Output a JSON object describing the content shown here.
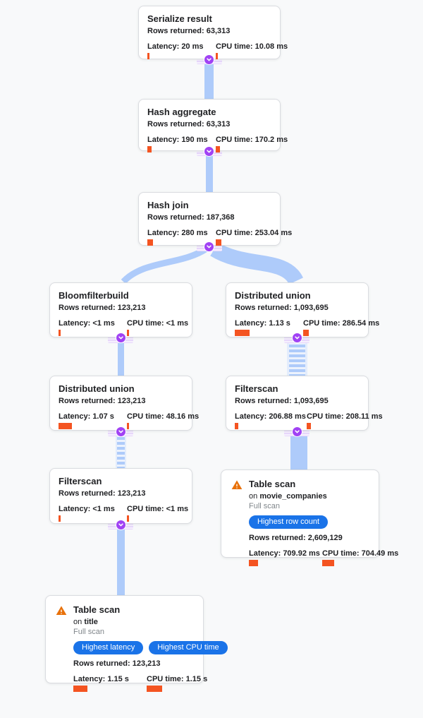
{
  "canvas": {
    "bg_color": "#f8f9fa",
    "edge_color": "#aecbfa",
    "port_color": "#a142f4",
    "bar_color": "#f45421",
    "badge_color": "#1a73e8",
    "warning_color": "#e8710a"
  },
  "labels": {
    "rows_returned": "Rows returned:",
    "latency": "Latency:",
    "cpu_time": "CPU time:",
    "on": "on",
    "full_scan": "Full scan"
  },
  "nodes": [
    {
      "title": "Serialize result",
      "rows": "63,313",
      "latency": "20 ms",
      "cpu": "10.08 ms",
      "latency_bar": 3,
      "cpu_bar": 3
    },
    {
      "title": "Hash aggregate",
      "rows": "63,313",
      "latency": "190 ms",
      "cpu": "170.2 ms",
      "latency_bar": 6,
      "cpu_bar": 6
    },
    {
      "title": "Hash join",
      "rows": "187,368",
      "latency": "280 ms",
      "cpu": "253.04 ms",
      "latency_bar": 8,
      "cpu_bar": 8
    },
    {
      "title": "Bloomfilterbuild",
      "rows": "123,213",
      "latency": "<1 ms",
      "cpu": "<1 ms",
      "latency_bar": 3,
      "cpu_bar": 3
    },
    {
      "title": "Distributed union",
      "rows": "1,093,695",
      "latency": "1.13 s",
      "cpu": "286.54 ms",
      "latency_bar": 21,
      "cpu_bar": 8
    },
    {
      "title": "Distributed union",
      "rows": "123,213",
      "latency": "1.07 s",
      "cpu": "48.16 ms",
      "latency_bar": 19,
      "cpu_bar": 3
    },
    {
      "title": "Filterscan",
      "rows": "1,093,695",
      "latency": "206.88 ms",
      "cpu": "208.11 ms",
      "latency_bar": 5,
      "cpu_bar": 6
    },
    {
      "title": "Filterscan",
      "rows": "123,213",
      "latency": "<1 ms",
      "cpu": "<1 ms",
      "latency_bar": 3,
      "cpu_bar": 3
    },
    {
      "title": "Table scan",
      "table": "movie_companies",
      "scan_type": "Full scan",
      "badge1": "Highest row count",
      "rows": "2,609,129",
      "latency": "709.92 ms",
      "cpu": "704.49 ms",
      "latency_bar": 13,
      "cpu_bar": 17
    },
    {
      "title": "Table scan",
      "table": "title",
      "scan_type": "Full scan",
      "badge1": "Highest latency",
      "badge2": "Highest CPU time",
      "rows": "123,213",
      "latency": "1.15 s",
      "cpu": "1.15 s",
      "latency_bar": 20,
      "cpu_bar": 22
    }
  ]
}
